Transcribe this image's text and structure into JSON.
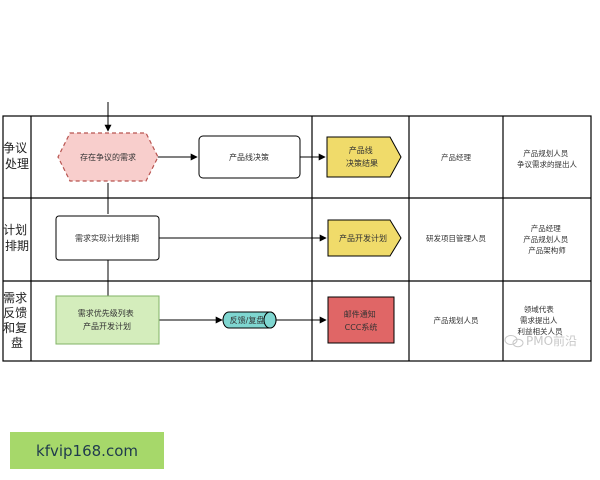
{
  "stages": [
    {
      "label_lines": [
        "争议",
        "处理"
      ],
      "source_node": [
        "存在争议的需求"
      ],
      "middle_node": [
        "产品线决策"
      ],
      "result_node": [
        "产品线",
        "决策结果"
      ],
      "owner_roles": [
        "产品经理"
      ],
      "participant_roles": [
        "产品规划人员",
        "争议需求的提出人"
      ]
    },
    {
      "label_lines": [
        "计划",
        "排期"
      ],
      "source_node": [
        "需求实现计划排期"
      ],
      "result_node": [
        "产品开发计划"
      ],
      "owner_roles": [
        "研发项目管理人员"
      ],
      "participant_roles": [
        "产品经理",
        "产品规划人员",
        "产品架构师"
      ]
    },
    {
      "label_lines": [
        "需求",
        "反馈",
        "和复",
        "盘"
      ],
      "source_node": [
        "需求优先级列表",
        "产品开发计划"
      ],
      "middle_node": [
        "反馈/复盘"
      ],
      "result_node": [
        "邮件通知",
        "CCC系统"
      ],
      "owner_roles": [
        "产品规划人员"
      ],
      "participant_roles": [
        "领域代表",
        "需求提出人",
        "利益相关人员"
      ]
    }
  ],
  "watermark": "PMO前沿",
  "site_badge": "kfvip168.com",
  "colors": {
    "dispute_fill": "#f8cecc",
    "dispute_stroke": "#b85450",
    "result_yellow": "#f0db6a",
    "list_green": "#d4edbc",
    "list_green_stroke": "#82b366",
    "cylinder_cyan": "#7fd6d0",
    "mail_red": "#e06666",
    "badge_green": "#a6d86a"
  }
}
